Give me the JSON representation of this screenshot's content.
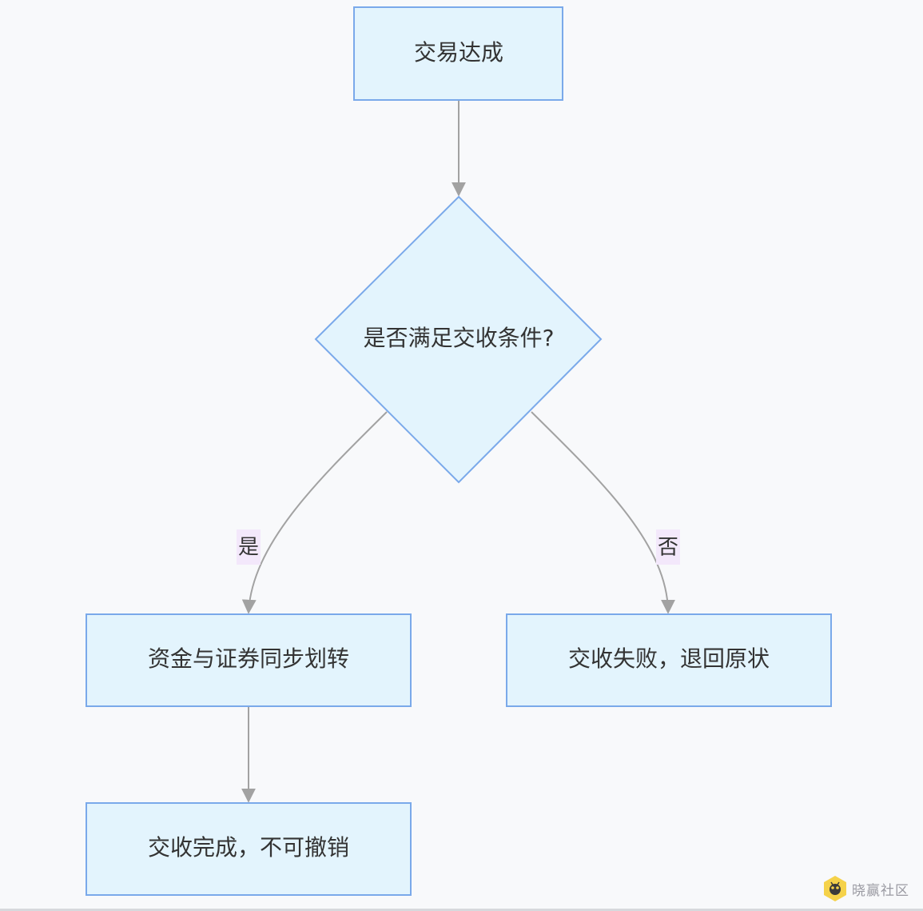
{
  "diagram": {
    "nodes": {
      "start": "交易达成",
      "decision": "是否满足交收条件?",
      "yes_result": "资金与证券同步划转",
      "no_result": "交收失败，退回原状",
      "final": "交收完成，不可撤销"
    },
    "edges": {
      "yes_label": "是",
      "no_label": "否"
    },
    "colors": {
      "node_fill": "#e3f4fd",
      "node_stroke": "#7aa9ea",
      "edge": "#a2a2a2",
      "label_bg": "#f3e8fb"
    }
  },
  "watermark": {
    "text": "晓赢社区",
    "logo_icon": "bee-logo-icon"
  }
}
